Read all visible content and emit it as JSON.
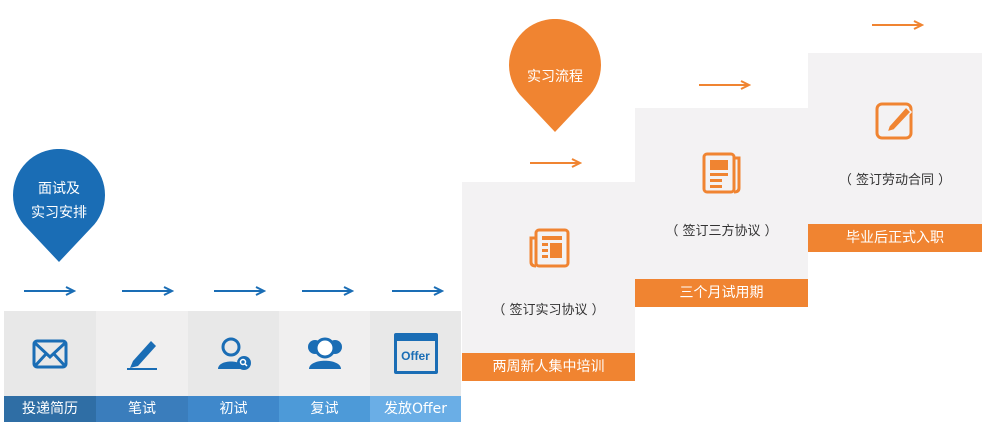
{
  "colors": {
    "blue": "#1a6db5",
    "orange": "#f08431"
  },
  "interview": {
    "pin_line1": "面试及",
    "pin_line2": "实习安排",
    "steps": [
      {
        "label": "投递简历",
        "icon": "envelope-icon"
      },
      {
        "label": "笔试",
        "icon": "pencil-icon"
      },
      {
        "label": "初试",
        "icon": "user-search-icon"
      },
      {
        "label": "复试",
        "icon": "group-icon"
      },
      {
        "label": "发放Offer",
        "icon": "offer-window-icon",
        "icon_text": "Offer"
      }
    ]
  },
  "internship": {
    "pin": "实习流程",
    "cards": [
      {
        "sub": "（ 签订实习协议 ）",
        "label": "两周新人集中培训",
        "icon": "newspaper-icon"
      },
      {
        "sub": "（ 签订三方协议 ）",
        "label": "三个月试用期",
        "icon": "document-icon"
      },
      {
        "sub": "（ 签订劳动合同 ）",
        "label": "毕业后正式入职",
        "icon": "edit-icon"
      }
    ]
  }
}
